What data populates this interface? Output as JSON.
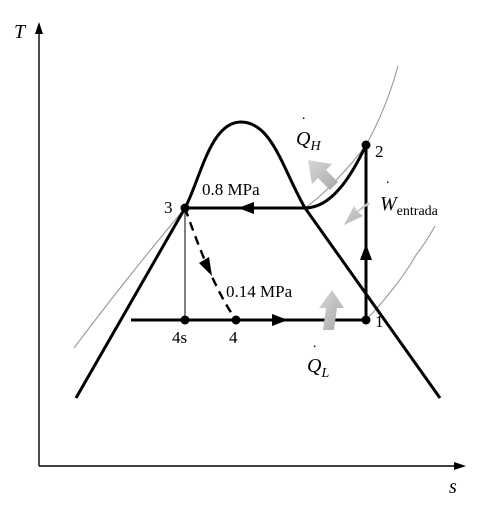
{
  "axes": {
    "y_label": "T",
    "x_label": "s"
  },
  "pressures": {
    "high": "0.8 MPa",
    "low": "0.14 MPa"
  },
  "states": {
    "p1": "1",
    "p2": "2",
    "p3": "3",
    "p4": "4",
    "p4s": "4s"
  },
  "heat": {
    "qh_symbol": "Q",
    "qh_sub": "H",
    "ql_symbol": "Q",
    "ql_sub": "L"
  },
  "work": {
    "symbol": "W",
    "sub": "entrada"
  },
  "colors": {
    "line": "#000000",
    "isobar": "#999999",
    "arrow_fill": "#b3b3b3"
  }
}
